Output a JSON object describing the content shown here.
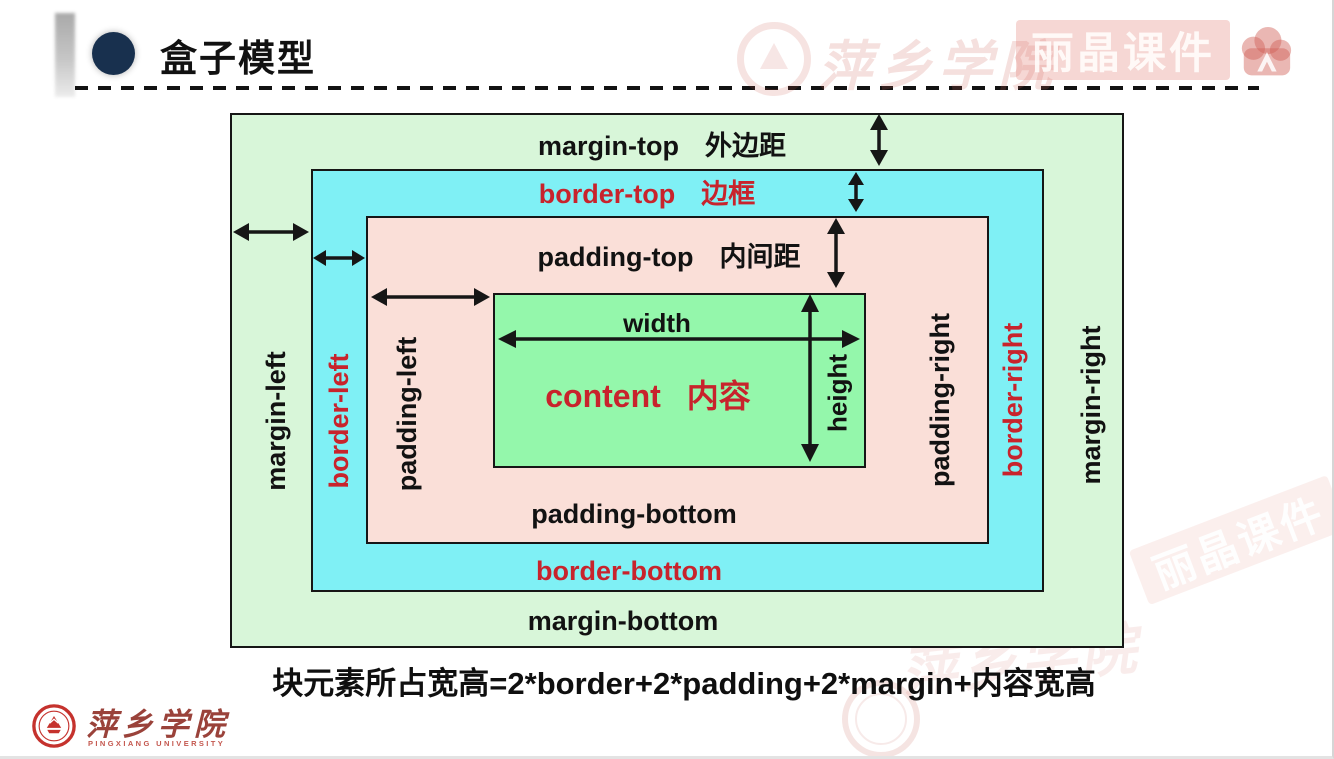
{
  "header": {
    "title": "盒子模型"
  },
  "diagram": {
    "margin_box": {
      "fill": "#d8f6d9",
      "top_label": "margin-top",
      "top_label_cn": "外边距",
      "bottom_label": "margin-bottom",
      "left_label": "margin-left",
      "right_label": "margin-right"
    },
    "border_box": {
      "fill": "#7ff0f5",
      "label_color": "#c8232c",
      "top_label": "border-top",
      "top_label_cn": "边框",
      "bottom_label": "border-bottom",
      "left_label": "border-left",
      "right_label": "border-right"
    },
    "padding_box": {
      "fill": "#fadfd8",
      "top_label": "padding-top",
      "top_label_cn": "内间距",
      "bottom_label": "padding-bottom",
      "left_label": "padding-left",
      "right_label": "padding-right"
    },
    "content_box": {
      "fill": "#94f7ab",
      "label_color": "#c8232c",
      "label": "content",
      "label_cn": "内容",
      "width_label": "width",
      "height_label": "height"
    }
  },
  "formula": {
    "text": "块元素所占宽高=2*border+2*padding+2*margin+内容宽高"
  },
  "branding": {
    "university_name_zh": "萍乡学院",
    "university_name_en": "PINGXIANG UNIVERSITY"
  },
  "watermarks": {
    "school_name": "萍乡学院",
    "badge_label": "丽晶课件"
  },
  "colors": {
    "accent_red": "#c8232c",
    "title_dot_navy": "#18304e",
    "margin_fill": "#d8f6d9",
    "border_fill": "#7ff0f5",
    "padding_fill": "#fadfd8",
    "content_fill": "#94f7ab"
  }
}
